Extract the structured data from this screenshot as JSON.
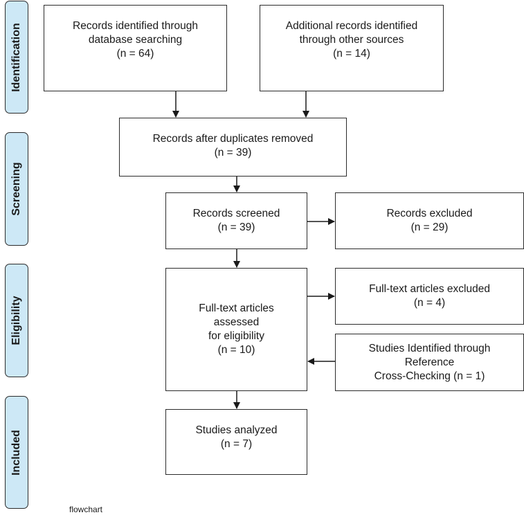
{
  "phases": {
    "identification": "Identification",
    "screening": "Screening",
    "eligibility": "Eligibility",
    "included": "Included"
  },
  "boxes": {
    "database": {
      "line1": "Records identified through",
      "line2": "database searching",
      "line3": "(n = 64)"
    },
    "other_sources": {
      "line1": "Additional records identified",
      "line2": "through other sources",
      "line3": "(n = 14)"
    },
    "after_duplicates": {
      "line1": "Records after duplicates removed",
      "line2": "(n =  39)"
    },
    "screened": {
      "line1": "Records screened",
      "line2": "(n = 39)"
    },
    "excluded": {
      "line1": "Records excluded",
      "line2": "(n = 29)"
    },
    "fulltext_assessed": {
      "line1": "Full-text articles",
      "line2": "assessed",
      "line3": "for eligibility",
      "line4": "(n = 10)"
    },
    "fulltext_excluded": {
      "line1": "Full-text articles excluded",
      "line2": "(n = 4)"
    },
    "cross_checking": {
      "line1": "Studies Identified through",
      "line2": "Reference",
      "line3": "Cross-Checking (n = 1)"
    },
    "analyzed": {
      "line1": "Studies analyzed",
      "line2": "(n = 7)"
    }
  },
  "footer": {
    "caption_fragment": "flowchart"
  }
}
